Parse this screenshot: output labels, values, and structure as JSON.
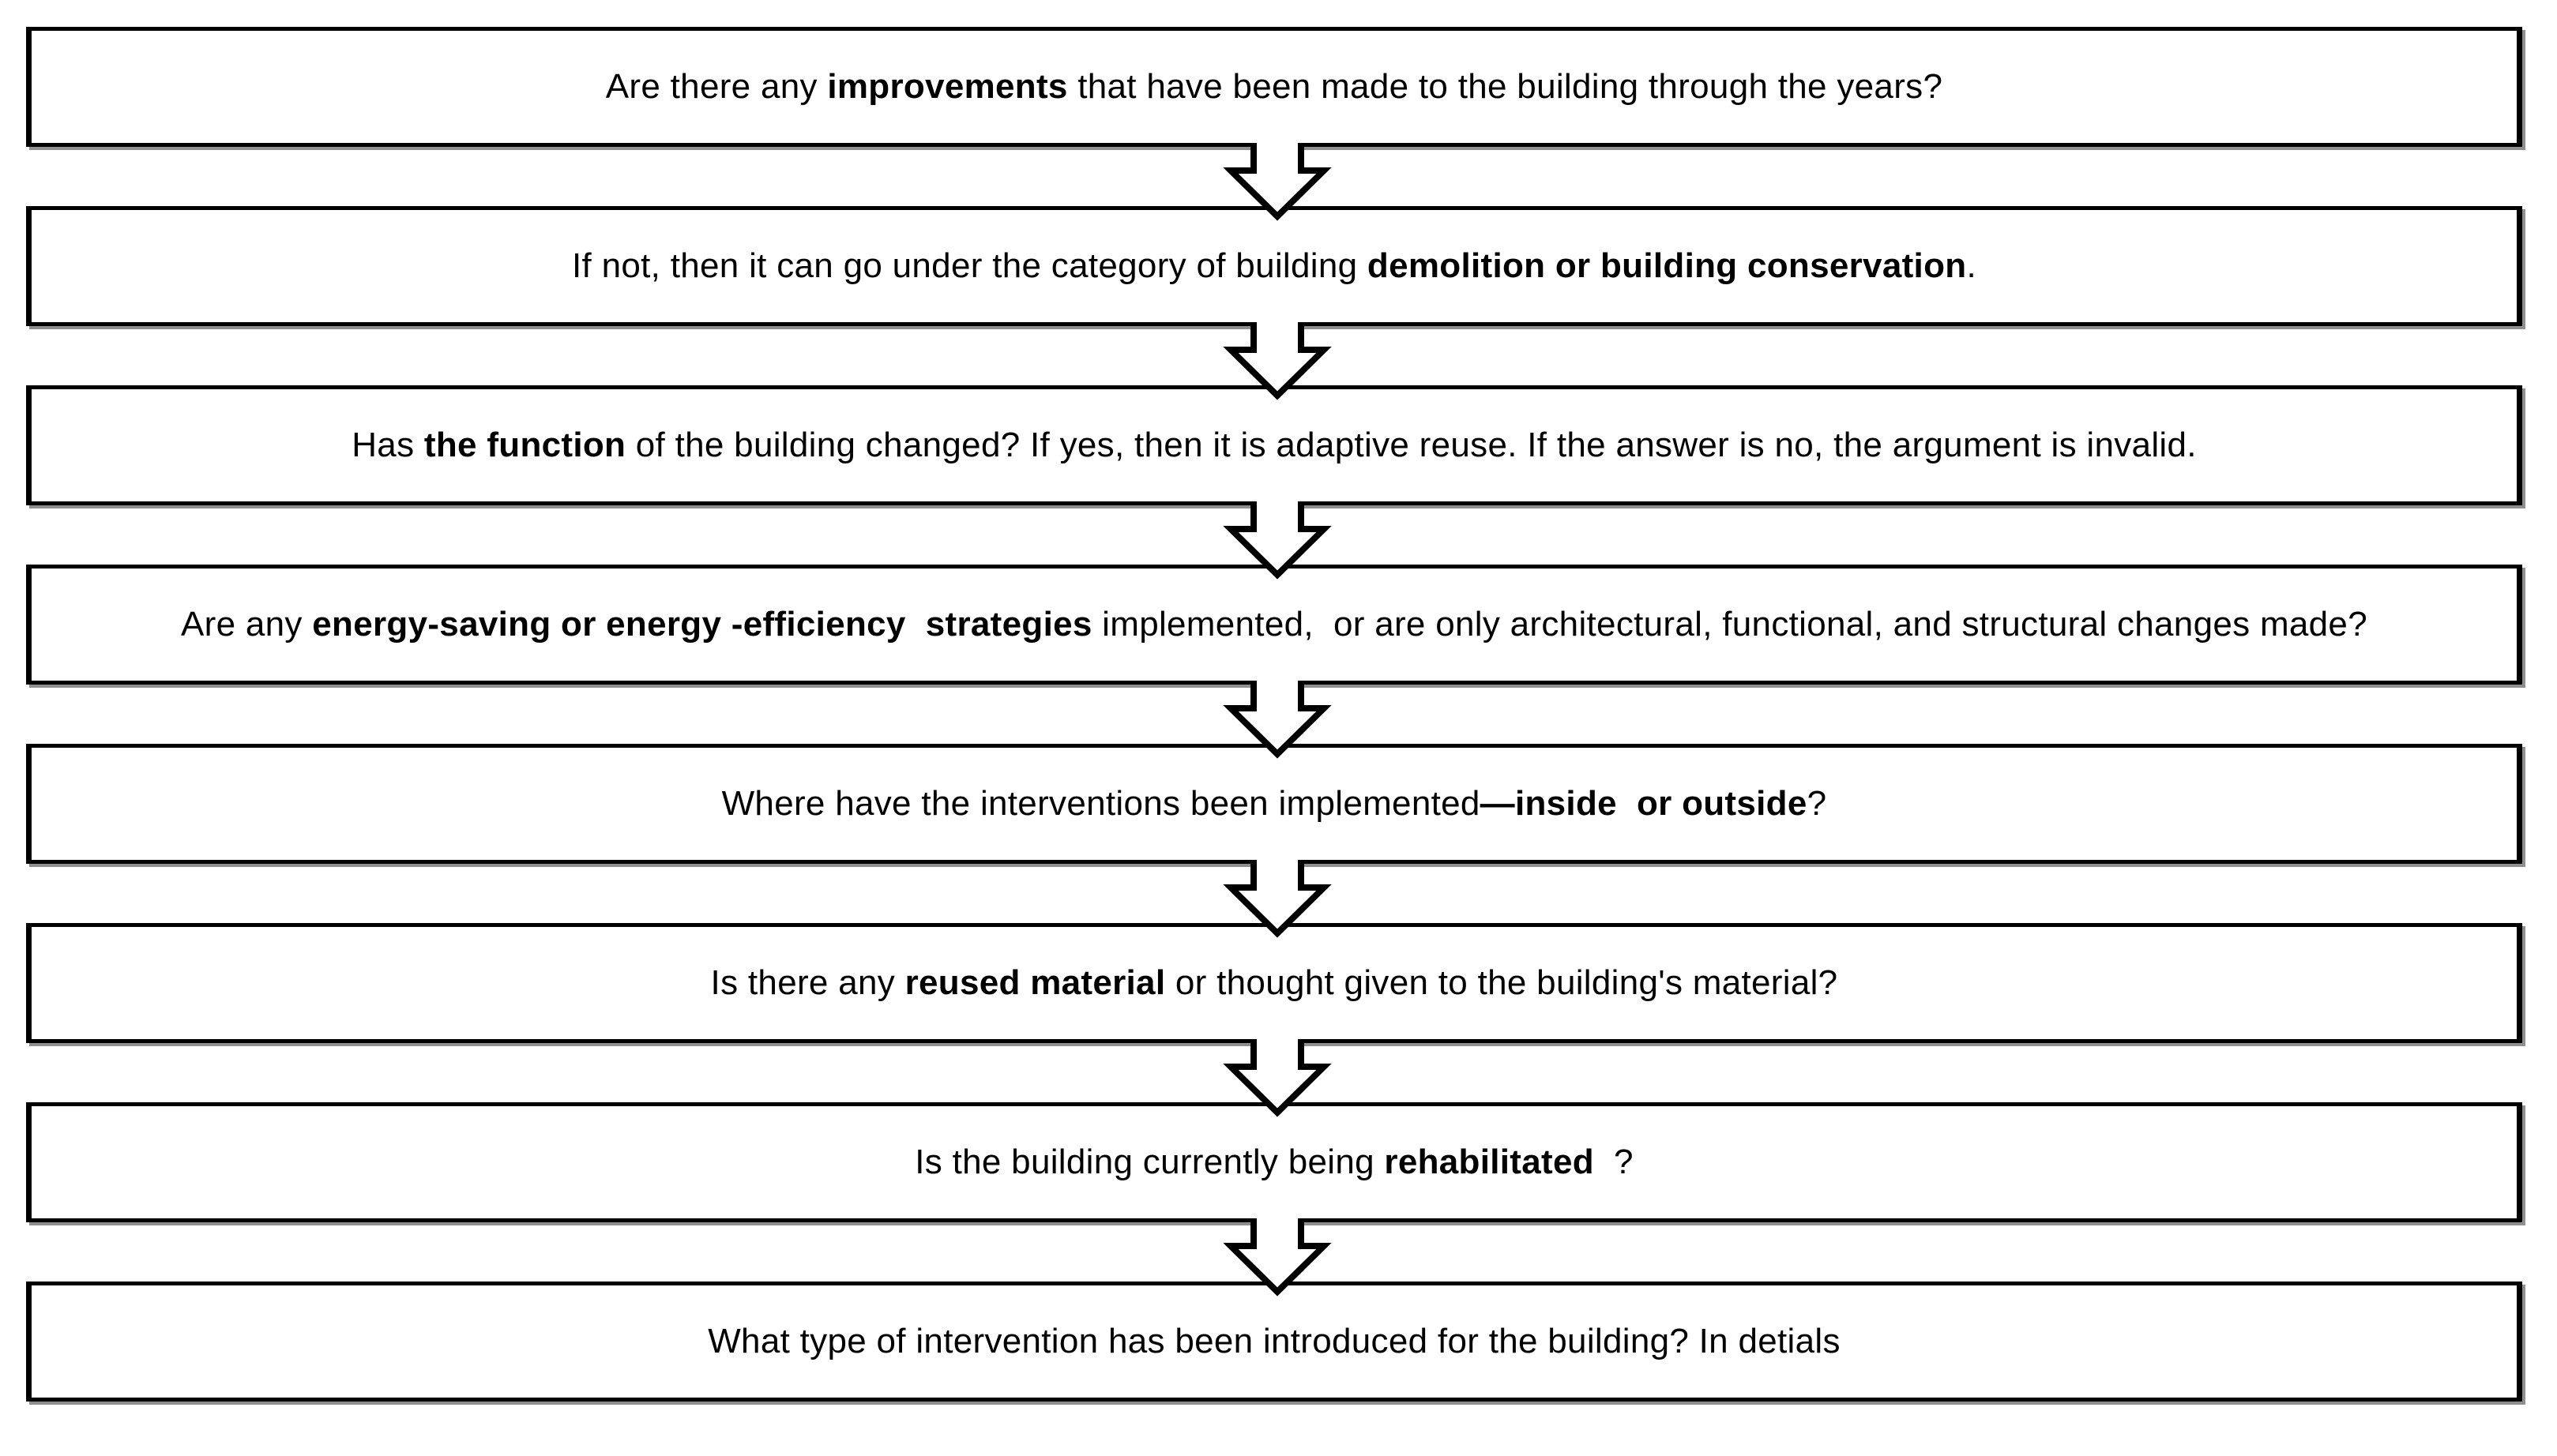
{
  "page": {
    "background": "#ffffff"
  },
  "flowchart": {
    "colors": {
      "line": "#000000",
      "box_fill": "#ffffff",
      "text": "#000000",
      "shadow": "#8f8f8f"
    },
    "connector": {
      "shape": "down-arrow-outline",
      "direction": "down",
      "count": 7,
      "fill": "#ffffff",
      "stroke": "#000000"
    },
    "boxes": [
      {
        "segments": [
          {
            "text": "Are there any ",
            "bold": false
          },
          {
            "text": "improvements",
            "bold": true
          },
          {
            "text": " that have been made to the building through the years?",
            "bold": false
          }
        ]
      },
      {
        "segments": [
          {
            "text": "If not, then it can go under the category of building ",
            "bold": false
          },
          {
            "text": "demolition or building conservation",
            "bold": true
          },
          {
            "text": ".",
            "bold": false
          }
        ]
      },
      {
        "segments": [
          {
            "text": "Has ",
            "bold": false
          },
          {
            "text": "the function",
            "bold": true
          },
          {
            "text": " of the building changed? If yes, then it is adaptive reuse. If the answer is no, the argument is invalid.",
            "bold": false
          }
        ]
      },
      {
        "segments": [
          {
            "text": "Are any ",
            "bold": false
          },
          {
            "text": "energy-saving or energy -efficiency  strategies",
            "bold": true
          },
          {
            "text": " implemented,  or are only architectural, functional, and structural changes made?",
            "bold": false
          }
        ]
      },
      {
        "segments": [
          {
            "text": "Where have the interventions been implemented",
            "bold": false
          },
          {
            "text": "—inside  or outside",
            "bold": true
          },
          {
            "text": "?",
            "bold": false
          }
        ]
      },
      {
        "segments": [
          {
            "text": "Is there any ",
            "bold": false
          },
          {
            "text": "reused material",
            "bold": true
          },
          {
            "text": " or thought given to the building's material?",
            "bold": false
          }
        ]
      },
      {
        "segments": [
          {
            "text": "Is the building currently being ",
            "bold": false
          },
          {
            "text": "rehabilitated",
            "bold": true
          },
          {
            "text": "  ?",
            "bold": false
          }
        ]
      },
      {
        "segments": [
          {
            "text": "What type of intervention has been introduced for the building? In detials",
            "bold": false
          }
        ]
      }
    ]
  }
}
